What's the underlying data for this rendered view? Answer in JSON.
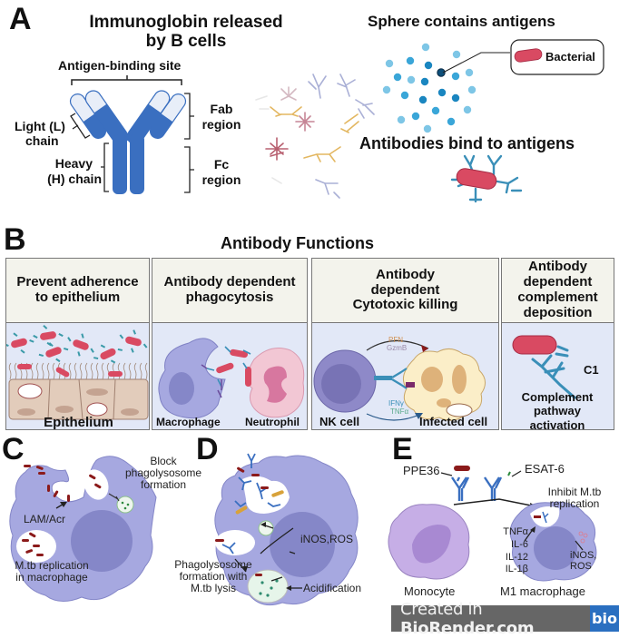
{
  "panel_a": {
    "letter": "A",
    "title_line1": "Immunoglobin released",
    "title_line2": "by B cells",
    "antigen_binding_site": "Antigen-binding site",
    "light_chain_line1": "Light (L)",
    "light_chain_line2": "chain",
    "heavy_chain_line1": "Heavy",
    "heavy_chain_line2": "(H) chain",
    "fab_line1": "Fab",
    "fab_line2": "region",
    "fc_line1": "Fc",
    "fc_line2": "region",
    "sphere_title": "Sphere contains antigens",
    "callout_label": "Bacterial",
    "bind_title": "Antibodies bind to antigens"
  },
  "panel_b": {
    "letter": "B",
    "title": "Antibody Functions",
    "boxes": [
      {
        "header": "Prevent adherence to epithelium",
        "labels": [
          "Epithelium"
        ]
      },
      {
        "header": "Antibody dependent phagocytosis",
        "labels": [
          "Macrophage",
          "Neutrophil"
        ]
      },
      {
        "header": "Antibody dependent Cytotoxic killing",
        "labels": [
          "NK cell",
          "Infected cell"
        ],
        "mediators_top": [
          "PFN",
          "GzmB"
        ],
        "mediators_bottom": [
          "IFNγ",
          "TNFα"
        ]
      },
      {
        "header": "Antibody dependent complement deposition",
        "labels": [
          "C1",
          "Complement pathway activation"
        ]
      }
    ]
  },
  "panel_c": {
    "letter": "C",
    "block_label": "Block phagolysosome formation",
    "lam_label": "LAM/Acr",
    "replication_label": "M.tb replication in macrophage"
  },
  "panel_d": {
    "letter": "D",
    "inos_label": "iNOS,ROS",
    "phago_label": "Phagolysosome formation with M.tb lysis",
    "acid_label": "Acidification"
  },
  "panel_e": {
    "letter": "E",
    "ppe36": "PPE36",
    "esat6": "ESAT-6",
    "inhibit_label": "Inhibit M.tb replication",
    "cytokines": [
      "TNFα",
      "IL-6",
      "IL-12",
      "IL-1β"
    ],
    "inos_label": "iNOS, ROS",
    "monocyte": "Monocyte",
    "m1": "M1 macrophage"
  },
  "footer": {
    "created_in": "Created in ",
    "brand": "BioRender.com",
    "logo": "bio"
  },
  "colors": {
    "antibody_blue": "#3a6fc0",
    "antibody_light": "#e8eef8",
    "bacteria_red": "#d94a62",
    "mtb_dark_red": "#8b1a1a",
    "macrophage_purple": "#a6a8e0",
    "nucleus_purple": "#8587c8",
    "box_header_bg": "#f3f3ec",
    "box_body_bg": "#e2e8f7",
    "dot_blue": "#2b9ad0"
  }
}
